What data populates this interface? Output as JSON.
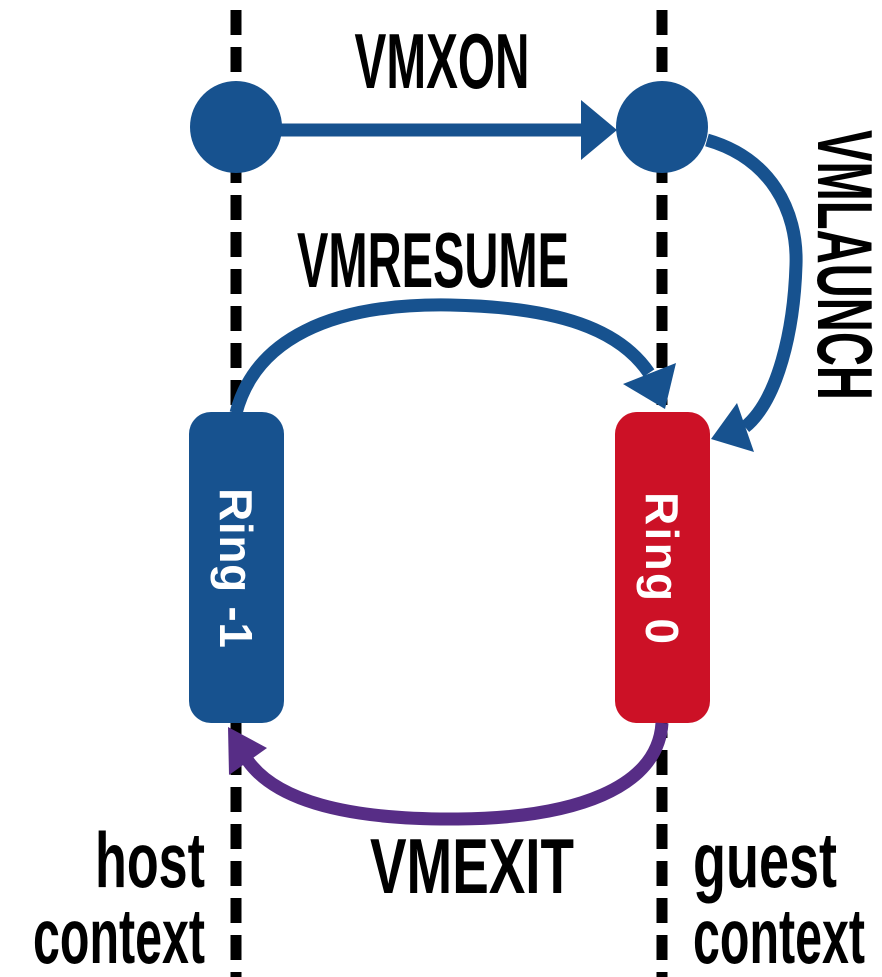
{
  "transitions": {
    "vmxon": "VMXON",
    "vmresume": "VMRESUME",
    "vmlaunch": "VMLAUNCH",
    "vmexit": "VMEXIT"
  },
  "rings": {
    "host": "Ring -1",
    "guest": "Ring 0"
  },
  "contexts": {
    "host_line1": "host",
    "host_line2": "context",
    "guest_line1": "guest",
    "guest_line2": "context"
  },
  "colors": {
    "blue": "#17528F",
    "red": "#CC1126",
    "purple": "#572D86",
    "black": "#000000",
    "white": "#FFFFFF"
  }
}
